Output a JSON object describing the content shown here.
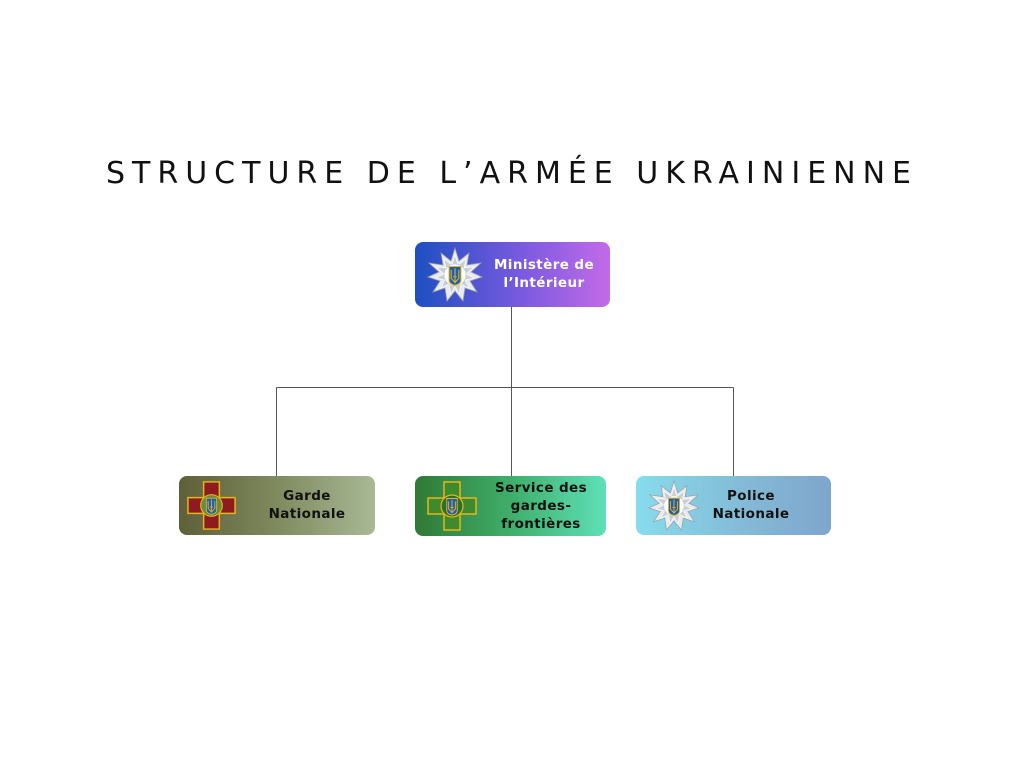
{
  "title": "STRUCTURE DE L’ARMÉE UKRAINIENNE",
  "nodes": {
    "ministry": {
      "label": "Ministère de\nl’Intérieur",
      "icon": "police-star-emblem-icon"
    },
    "garde": {
      "label": "Garde\nNationale",
      "icon": "red-cross-trident-emblem-icon"
    },
    "service": {
      "label": "Service des\ngardes-\nfrontières",
      "icon": "green-cross-trident-emblem-icon"
    },
    "police": {
      "label": "Police\nNationale",
      "icon": "police-star-emblem-icon"
    }
  },
  "colors": {
    "connector": "#555555",
    "trident_gold": "#e5b61c",
    "trident_blue": "#1f5fb5",
    "garde_cross": "#8e1b1f",
    "border_green": "#3e7a2d"
  }
}
